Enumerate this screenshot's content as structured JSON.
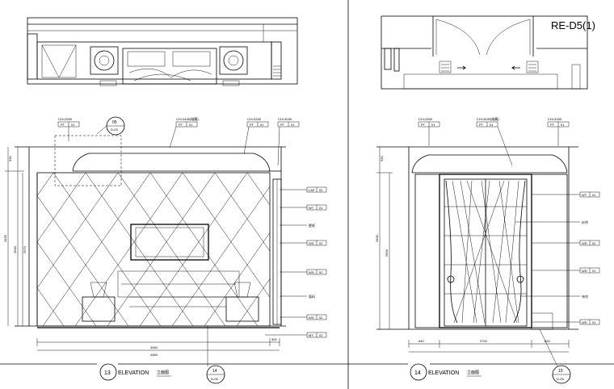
{
  "sheet_label": "RE-D5(1)",
  "left_drawing": {
    "number": "13",
    "label": "ELEVATION",
    "label_cn": "立面图",
    "ceiling_tags": [
      {
        "top": "CH=2900",
        "code": "PT",
        "num": "01"
      },
      {
        "top": "CH=3430(暗藏)",
        "code": "PT",
        "num": "01"
      },
      {
        "top": "CH=3330",
        "code": "PT",
        "num": "01"
      },
      {
        "top": "CH=3035",
        "code": "PT",
        "num": "01"
      }
    ],
    "section_callout": {
      "num": "05",
      "ref": "D-03"
    },
    "bottom_callout": {
      "num": "14",
      "ref": "D-05"
    },
    "right_tags": [
      {
        "code": "LAP",
        "num": "02"
      },
      {
        "code": "WT",
        "num": "01"
      },
      {
        "code": "壁纸"
      },
      {
        "code": "WD",
        "num": "02"
      },
      {
        "code": "WD",
        "num": "02"
      },
      {
        "code": "面料"
      },
      {
        "code": "WD",
        "num": "02"
      },
      {
        "code": "MT",
        "num": "02"
      }
    ],
    "dimensions": {
      "bottom_main": "4460",
      "bottom_side": "300",
      "left_top": "530",
      "left_total": "3430",
      "left_mid": "2900",
      "left_inner": "2570"
    }
  },
  "right_drawing": {
    "number": "14",
    "label": "ELEVATION",
    "label_cn": "立面图",
    "ceiling_tags": [
      {
        "top": "CH=2900",
        "code": "PT",
        "num": "01"
      },
      {
        "top": "CH=3430(暗藏)",
        "code": "PT",
        "num": "01"
      },
      {
        "top": "CH=3330",
        "code": "PT",
        "num": "01"
      }
    ],
    "bottom_callout": {
      "num": "15",
      "ref": "D-05"
    },
    "right_tags": [
      {
        "code": "WT",
        "num": "01"
      },
      {
        "code": "纱帘"
      },
      {
        "code": "WD",
        "num": "02"
      },
      {
        "code": "WD",
        "num": "01"
      },
      {
        "code": "布帘"
      },
      {
        "code": "WD",
        "num": "01"
      }
    ],
    "dimensions": {
      "bottom_left": "640",
      "bottom_main": "2700",
      "bottom_right": "600",
      "left_top": "530",
      "left_total": "3430",
      "left_mid": "2900"
    }
  }
}
